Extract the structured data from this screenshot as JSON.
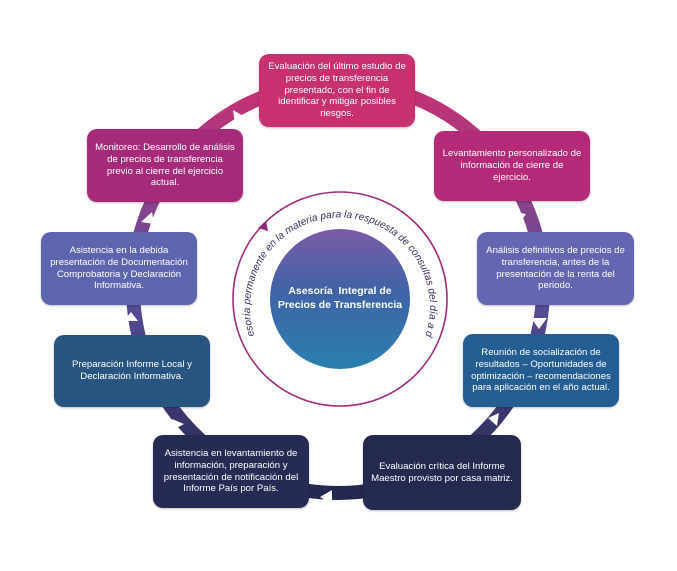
{
  "center": {
    "title_line1": "Asesoría  Integral de",
    "title_line2": "Precios de Transferencia",
    "arc_text": "Asesoría permanente en la materia para la respuesta de consultas del día a día."
  },
  "steps": [
    {
      "text": "Evaluación del último estudio de precios de transferencia presentado, con el fin de identificar y mitigar posibles riesgos.",
      "color": "#c8306f"
    },
    {
      "text": "Levantamiento personalizado de información de cierre de ejercicio.",
      "color": "#b22a78"
    },
    {
      "text": "Análisis definitivos de precios de transferencia, antes de la presentación de la renta del periodo.",
      "color": "#6466b1"
    },
    {
      "text": "Reunión de socialización de resultados – Oportunidades de optimización – recomendaciones para aplicación en el año actual.",
      "color": "#245d92"
    },
    {
      "text": "Evaluación crítica del Informe Maestro provisto por casa matriz.",
      "color": "#23294f"
    },
    {
      "text": "Asistencia en levantamiento de información, preparación y presentación de notificación del Informe País por País.",
      "color": "#252b52"
    },
    {
      "text": "Preparación Informe Local y Declaración Informativa.",
      "color": "#27557f"
    },
    {
      "text": "Asistencia en la debida presentación de Documentación Comprobatoria y Declaración Informativa.",
      "color": "#5d65ae"
    },
    {
      "text": "Monitoreo: Desarrollo de análisis de precios de transferencia previo al cierre del ejercicio actual.",
      "color": "#a52a7a"
    }
  ]
}
